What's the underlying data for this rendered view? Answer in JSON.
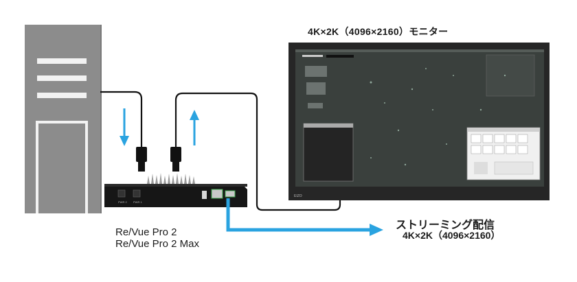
{
  "monitor": {
    "title": "4K×2K（4096×2160）モニター",
    "brand_text": "EIZO"
  },
  "device": {
    "names": [
      "Re/Vue Pro 2",
      "Re/Vue Pro 2 Max"
    ],
    "port_labels": [
      "PWR 2",
      "PWR 1"
    ]
  },
  "streaming": {
    "title": "ストリーミング配信",
    "resolution": "4K×2K（4096×2160）"
  },
  "colors": {
    "arrow_blue": "#2aa3e0",
    "cable": "#111111",
    "tower": "#8e8e8e",
    "monitor_bezel": "#262626",
    "screen": "#3a403d"
  }
}
